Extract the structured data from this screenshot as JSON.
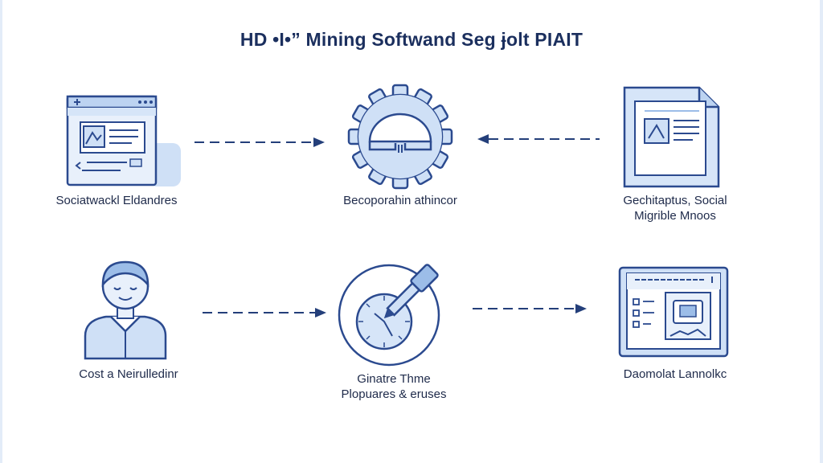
{
  "title": "HD •I•” Mining Softwand Seg ɉolt PIAIT",
  "nodes": {
    "top_left": {
      "label": "Sociatwackl Eldandres",
      "icon": "browser-window-icon"
    },
    "top_center": {
      "label": "Becoporahin athincor",
      "icon": "gear-icon"
    },
    "top_right": {
      "label_line1": "Gechitaptus, Social",
      "label_line2": "Migrible Mnoos",
      "icon": "document-icon"
    },
    "bottom_left": {
      "label": "Cost a Neirulledinr",
      "icon": "user-avatar-icon"
    },
    "bottom_center": {
      "label_line1": "Ginatre Thme",
      "label_line2": "Plopuares & eruses",
      "icon": "magnifier-tool-icon"
    },
    "bottom_right": {
      "label": "Daomolat Lannolkc",
      "icon": "dashboard-window-icon"
    }
  },
  "colors": {
    "stroke": "#2b4a8f",
    "fill": "#cfe0f6",
    "accent": "#9cbde8",
    "arrow": "#243f7a"
  }
}
